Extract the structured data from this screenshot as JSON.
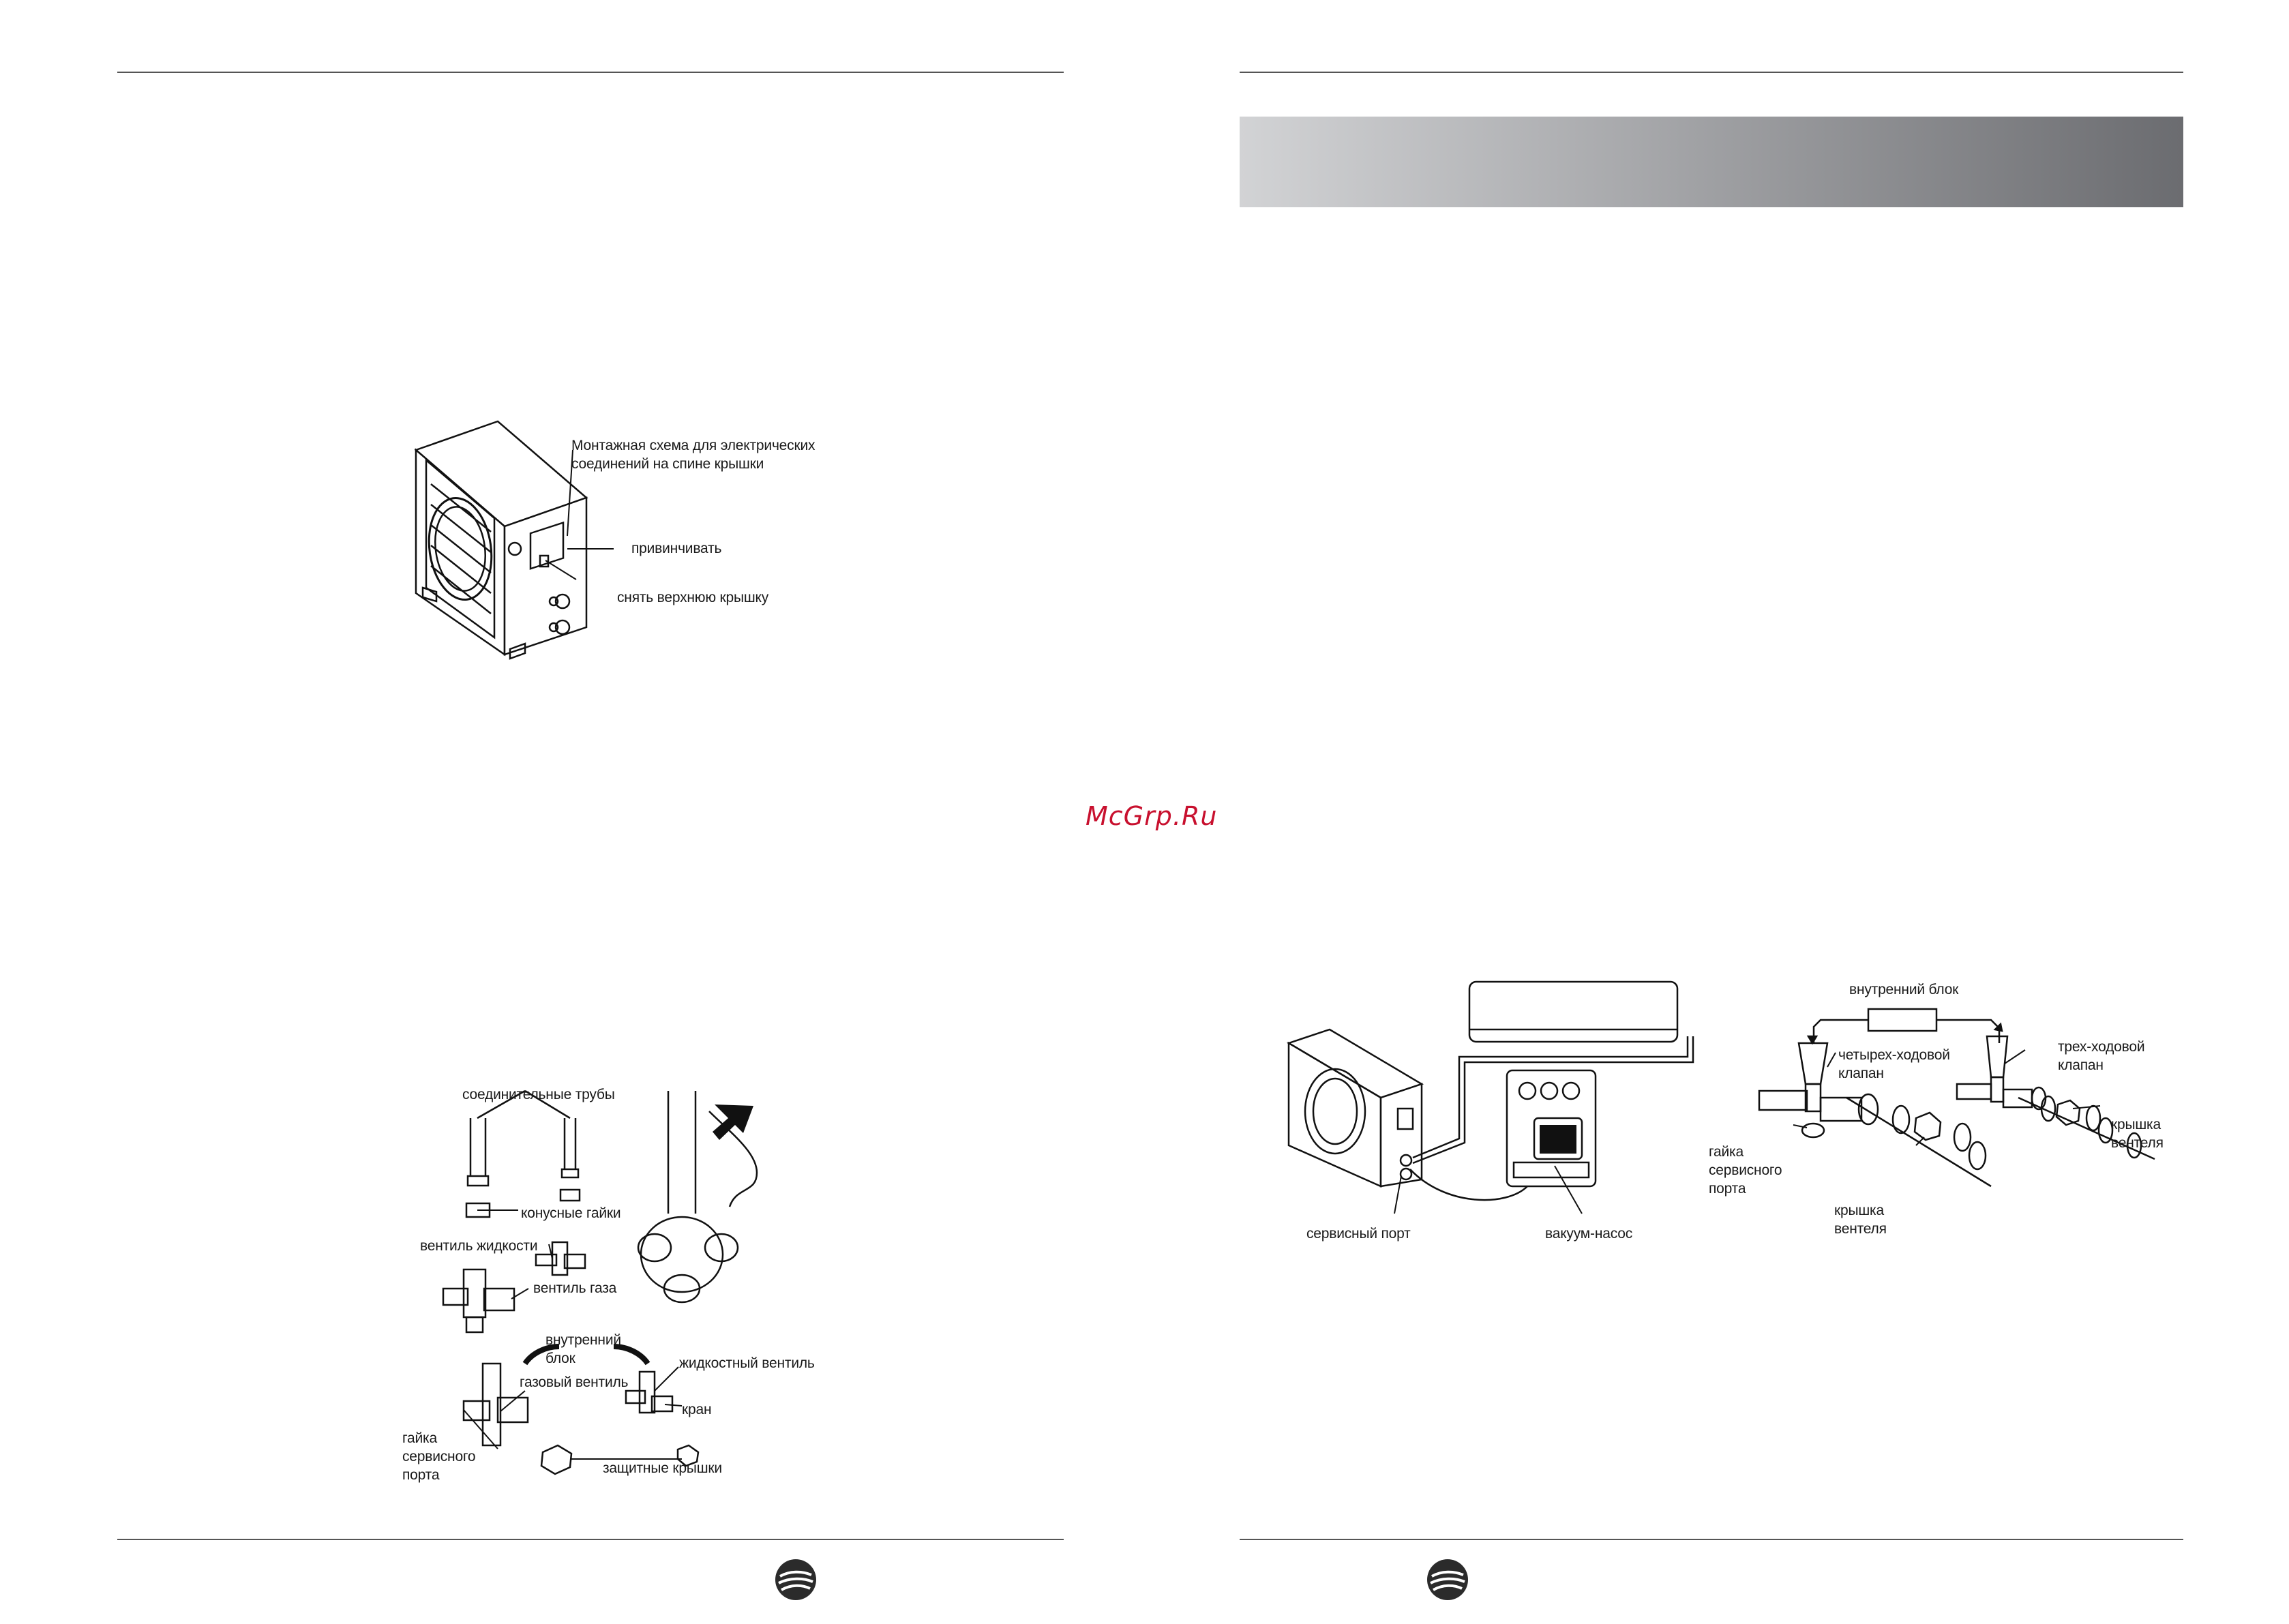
{
  "watermark": "McGrp.Ru",
  "left_page": {
    "figure_outdoor_unit": {
      "callout_wiring": "Монтажная схема для электрических\nсоединений на спине крышки",
      "callout_screw": "привинчивать",
      "callout_cover": "снять верхнюю крышку"
    },
    "figure_piping": {
      "callout_pipes": "соединительные трубы",
      "callout_flare_nuts": "конусные гайки",
      "callout_liquid_valve": "вентиль жидкости",
      "callout_gas_valve": "вентиль газа",
      "callout_indoor_unit": "внутренний\nблок",
      "callout_gas_valve_2": "газовый вентиль",
      "callout_liquid_valve_2": "жидкостный вентиль",
      "callout_tap": "кран",
      "callout_service_port_nut": "гайка\nсервисного\nпорта",
      "callout_protective_caps": "защитные крышки"
    }
  },
  "right_page": {
    "figure_vacuum": {
      "callout_service_port": "сервисный порт",
      "callout_vacuum_pump": "вакуум-насос"
    },
    "figure_valve_scheme": {
      "callout_indoor_unit": "внутренний блок",
      "callout_four_way_valve": "четырех-ходовой\nклапан",
      "callout_three_way_valve": "трех-ходовой\nклапан",
      "callout_service_port_nut": "гайка\nсервисного\nпорта",
      "callout_valve_cap_left": "крышка\nвентеля",
      "callout_valve_cap_right": "крышка\nвентеля"
    }
  },
  "colors": {
    "rule": "#555555",
    "watermark": "#c8102e",
    "section_bar_start": "#d2d3d5",
    "section_bar_end": "#6b6c70"
  }
}
